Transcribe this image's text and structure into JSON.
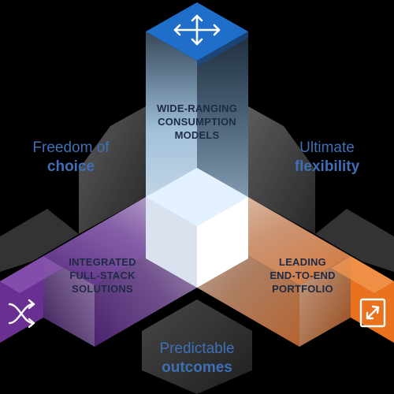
{
  "colors": {
    "background": "#000000",
    "arm_text": "#1f2a44",
    "outcome_text": "#3f6fb5",
    "top_blue": "#1f6ec9",
    "purple": "#6a2f92",
    "orange": "#e8721e",
    "gray_hex": "#4a4a4a"
  },
  "arms": {
    "top": {
      "icon": "four-way-arrows-icon",
      "lines": [
        "WIDE-RANGING",
        "CONSUMPTION",
        "MODELS"
      ]
    },
    "left": {
      "icon": "shuffle-arrows-icon",
      "lines": [
        "INTEGRATED",
        "FULL-STACK",
        "SOLUTIONS"
      ]
    },
    "right": {
      "icon": "exchange-arrows-icon",
      "lines": [
        "LEADING",
        "END-TO-END",
        "PORTFOLIO"
      ]
    }
  },
  "outcomes": {
    "left": {
      "light": "Freedom of",
      "strong": "choice"
    },
    "right": {
      "light": "Ultimate",
      "strong": "flexibility"
    },
    "bottom": {
      "light": "Predictable",
      "strong": "outcomes"
    }
  }
}
